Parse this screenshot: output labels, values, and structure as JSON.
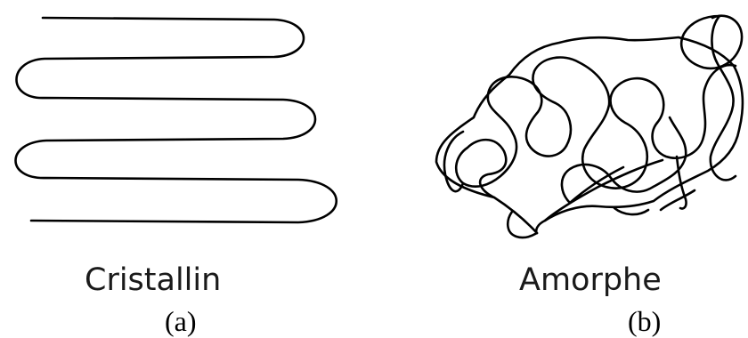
{
  "panels": [
    {
      "caption": "Cristallin",
      "tag": "(a)"
    },
    {
      "caption": "Amorphe",
      "tag": "(b)"
    }
  ],
  "colors": {
    "stroke": "#000000",
    "background": "#ffffff"
  }
}
